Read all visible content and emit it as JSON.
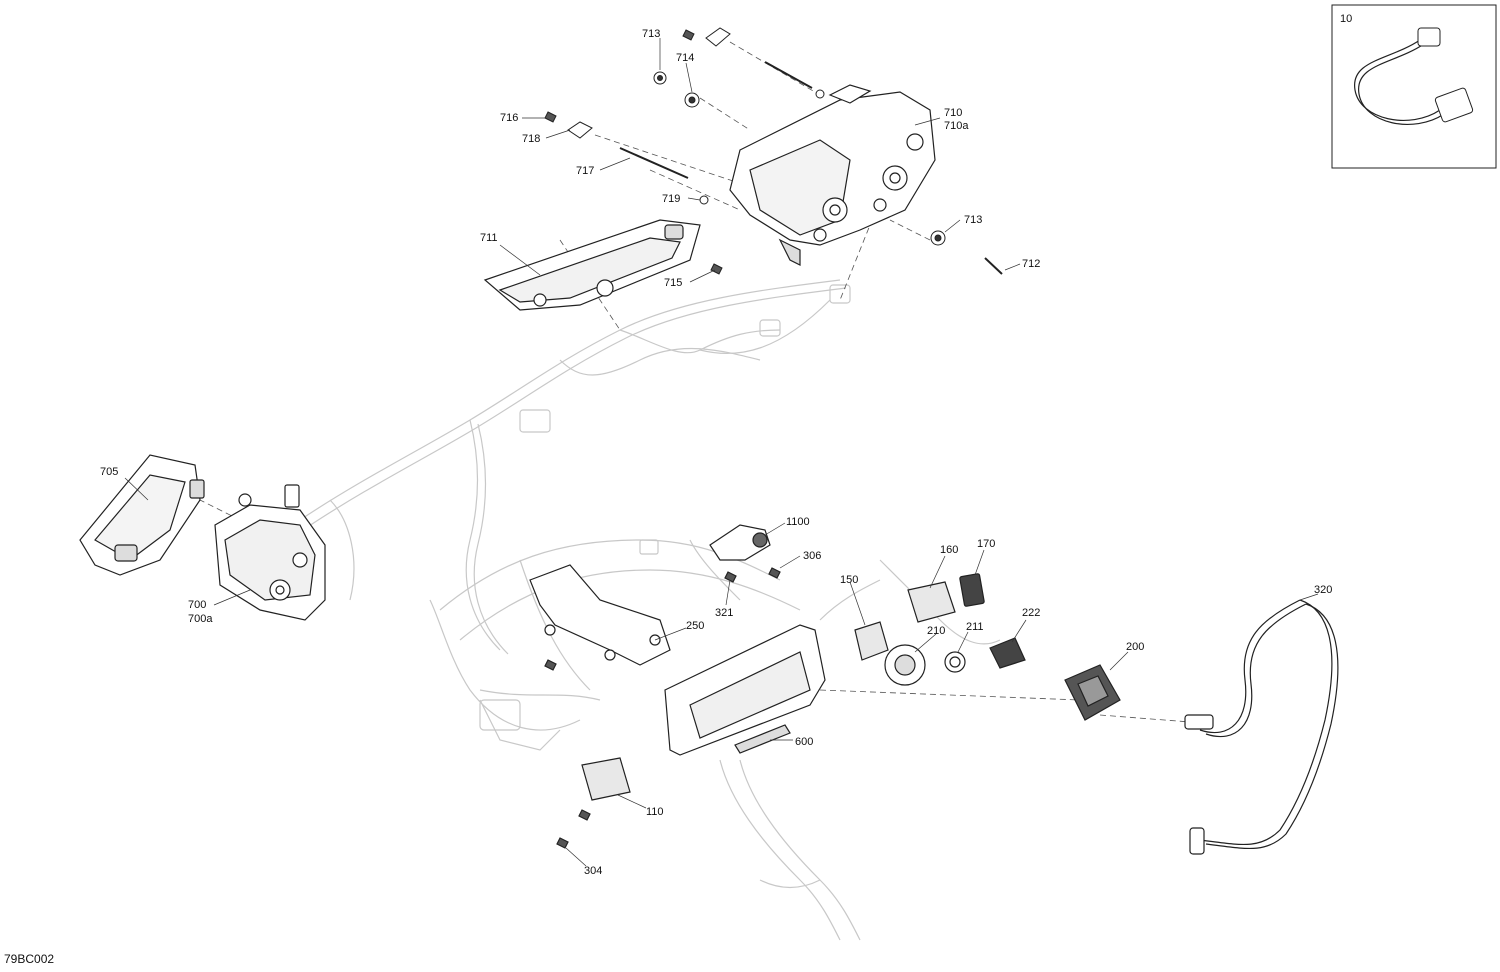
{
  "drawing_id": "79BC002",
  "inset": {
    "label": "10"
  },
  "callouts": {
    "c713a": "713",
    "c714": "714",
    "c716": "716",
    "c718": "718",
    "c717": "717",
    "c719": "719",
    "c710": "710",
    "c710a": "710a",
    "c713b": "713",
    "c712": "712",
    "c711": "711",
    "c715": "715",
    "c705": "705",
    "c700": "700",
    "c700a": "700a",
    "c1100": "1100",
    "c306": "306",
    "c321": "321",
    "c150": "150",
    "c160": "160",
    "c170": "170",
    "c250": "250",
    "c210": "210",
    "c211": "211",
    "c222": "222",
    "c200": "200",
    "c320": "320",
    "c600": "600",
    "c110": "110",
    "c304": "304"
  }
}
